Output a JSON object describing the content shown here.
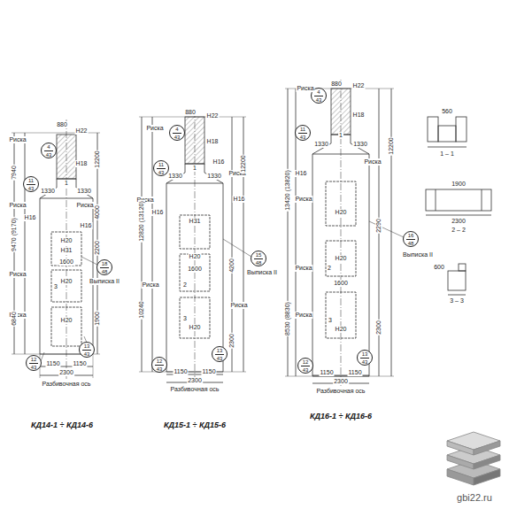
{
  "diagram": {
    "nodes": [
      {
        "text": [
          "4",
          "43"
        ]
      },
      {
        "text": [
          "11",
          "43"
        ]
      },
      {
        "text": [
          "18",
          "48"
        ]
      },
      {
        "text": [
          "12",
          "43"
        ]
      },
      {
        "text": [
          "13",
          "43"
        ]
      },
      {
        "text": [
          "4",
          "43"
        ]
      },
      {
        "text": [
          "11",
          "43"
        ]
      },
      {
        "text": [
          "15",
          "48"
        ]
      },
      {
        "text": [
          "12",
          "43"
        ]
      },
      {
        "text": [
          "13",
          "43"
        ]
      },
      {
        "text": [
          "4",
          "43"
        ]
      },
      {
        "text": [
          "11",
          "43"
        ]
      },
      {
        "text": [
          "16",
          "48"
        ]
      },
      {
        "text": [
          "12",
          "43"
        ]
      },
      {
        "text": [
          "13",
          "43"
        ]
      }
    ],
    "labels": [
      "880",
      "Н22",
      "Риска",
      "Н18",
      "1",
      "1330",
      "1330",
      "Риска",
      "Риска",
      "Н16",
      "Н16",
      "Н20",
      "Н31",
      "1600",
      "Риска",
      "3",
      "Н20",
      "Риска",
      "Н20",
      "1150",
      "1150",
      "2300",
      "Разбивочная ось",
      "КД14-1 ÷ КД14-6",
      "7940",
      "9470 (9170)",
      "6840",
      "12200",
      "4000",
      "2200",
      "1900",
      "Выписка II",
      "880",
      "Н22",
      "Риска",
      "Н18",
      "Н16",
      "1",
      "1330",
      "1330",
      "Риска",
      "Риска",
      "Н16",
      "Н16",
      "Н31",
      "Н20",
      "1600",
      "2",
      "Риска",
      "3",
      "Н20",
      "Риска",
      "1150",
      "1150",
      "2300",
      "Разбивочная ось",
      "КД15-1 ÷ КД15-6",
      "12820 (13120)",
      "10240",
      "12200",
      "4200",
      "2300",
      "Выписка II",
      "880",
      "Н22",
      "Риска",
      "Н18",
      "1",
      "1330",
      "1330",
      "Н16",
      "Риска",
      "Риска",
      "Н20",
      "2",
      "Н20",
      "1600",
      "Риска",
      "3",
      "Н20",
      "Риска",
      "1150",
      "1150",
      "2300",
      "Разбивочная ось",
      "КД16-1 ÷ КД16-6",
      "13420 (13820)",
      "8530 (8830)",
      "12200",
      "2290",
      "2300",
      "Выписка II",
      "560",
      "1 – 1",
      "1900",
      "2300",
      "2 – 2",
      "600",
      "3 – 3",
      "gbi22.ru"
    ]
  }
}
